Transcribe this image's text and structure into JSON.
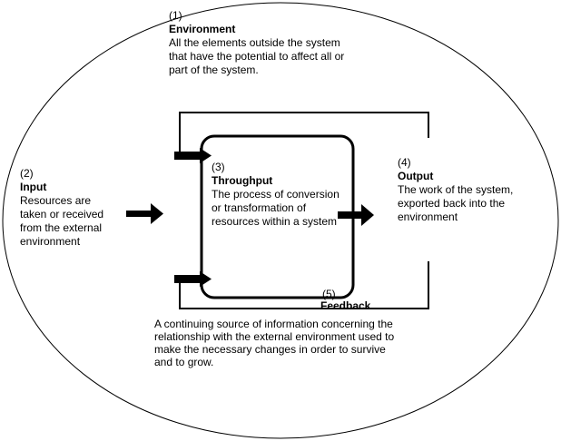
{
  "environment": {
    "number": "(1)",
    "title": "Environment",
    "text": "All the elements outside the system that have the potential to affect all or part of the system."
  },
  "input": {
    "number": "(2)",
    "title": "Input",
    "text": "Resources are taken or received from the external environment"
  },
  "throughput": {
    "number": "(3)",
    "title": "Throughput",
    "text": "The process of conversion or transformation of resources within a system"
  },
  "output": {
    "number": "(4)",
    "title": "Output",
    "text": "The work of the system, exported back into the environment"
  },
  "feedback": {
    "number": "(5)",
    "title": "Feedback",
    "text": "A continuing source of information concerning the relationship with the external environment used to make the necessary changes in order to survive and to grow."
  },
  "colors": {
    "stroke": "#000000",
    "background": "#ffffff"
  }
}
